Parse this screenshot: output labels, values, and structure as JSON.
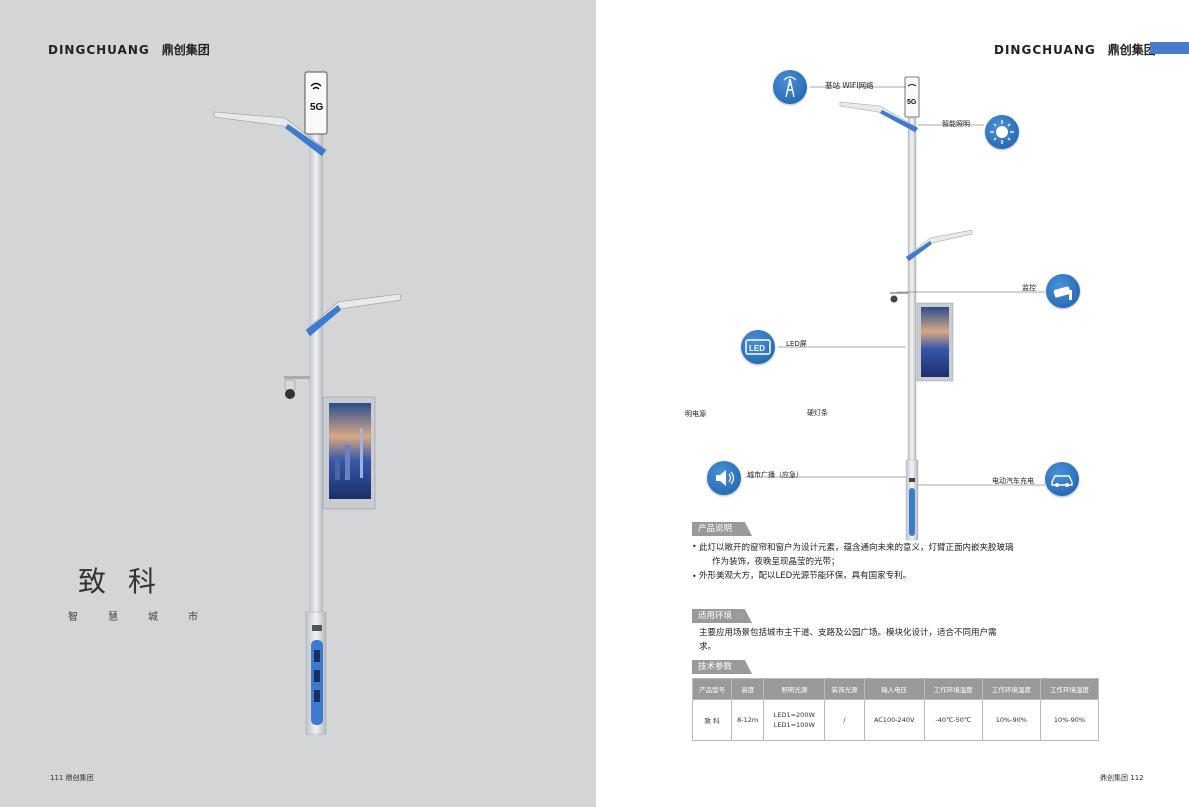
{
  "left_page": {
    "brand": "DINGCHUANG",
    "brand_cn": "鼎创集团",
    "pole_sign": "5G",
    "title": "致科",
    "subtitle": [
      "智",
      "慧",
      "城",
      "市"
    ],
    "page_number": "111",
    "page_footer_cn": "鼎创集团"
  },
  "right_page": {
    "brand": "DINGCHUANG",
    "brand_cn": "鼎创集团",
    "pole_sign": "5G",
    "features": {
      "wifi": "基站 WIFI网络",
      "lighting": "智能照明",
      "monitor": "监控",
      "led": "LED屏",
      "power": "明电源",
      "light_strip": "硬灯条",
      "broadcast": "城市广播（应急）",
      "ev_charge": "电动汽车充电"
    },
    "sections": {
      "description_title": "产品说明",
      "description_lines": [
        "此灯以敞开的窗帘和窗户为设计元素，蕴含通向未来的意义，灯臂正面内嵌夹胶玻璃",
        "作为装饰，夜晚呈现晶莹的光带；",
        "外形美观大方，配以LED光源节能环保，具有国家专利。"
      ],
      "environment_title": "适用环境",
      "environment_lines": [
        "主要应用场景包括城市主干道、支路及公园广场。模块化设计，适合不同用户需",
        "求。"
      ],
      "spec_title": "技术参数"
    },
    "spec_table": {
      "headers": [
        "产品型号",
        "高度",
        "照明光源",
        "装饰光源",
        "输入电压",
        "工作环境温度",
        "工作环境湿度",
        "工作环境湿度"
      ],
      "row": [
        "致 科",
        "8-12m",
        "LED1=200W\nLED1=100W",
        "/",
        "AC100-240V",
        "-40℃-50℃",
        "10%-90%",
        "10%-90%"
      ]
    },
    "page_number": "112",
    "page_footer_cn": "鼎创集团"
  },
  "colors": {
    "accent_blue": "#3d7bd0",
    "left_bg": "#d4d5d7",
    "tag_gray": "#9a9a9a"
  }
}
